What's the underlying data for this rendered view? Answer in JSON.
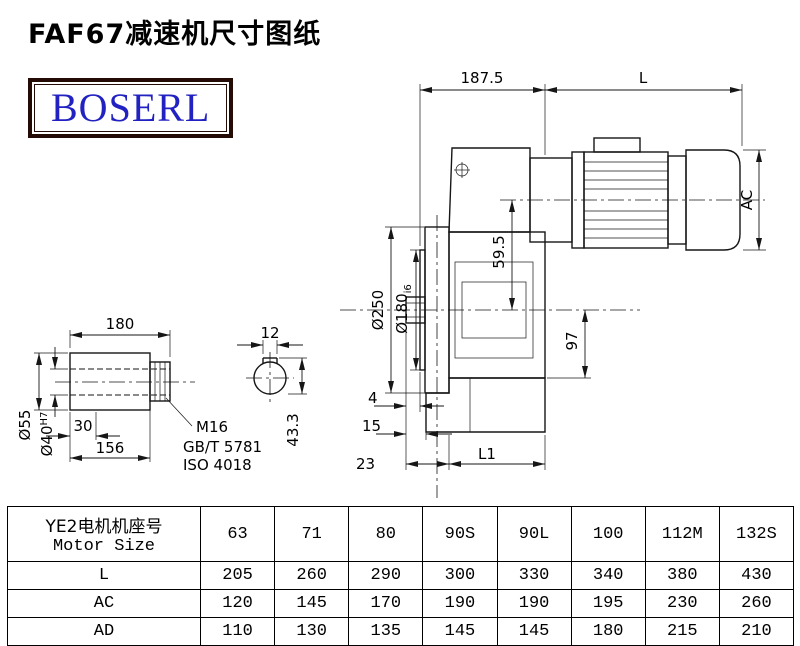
{
  "page": {
    "title": "FAF67减速机尺寸图纸",
    "logo": "BOSERL"
  },
  "drawing": {
    "dims": {
      "top_width": "187.5",
      "motor_len": "L",
      "motor_height": "AC",
      "axis_offset": "59.5",
      "axis_depth": "97",
      "flange_dia": "Ø250",
      "spigot_dia": "Ø180",
      "spigot_fit": "i6",
      "dim4": "4",
      "dim15": "15",
      "dim23": "23",
      "body_len": "L1",
      "shaft_len": "180",
      "key_w": "12",
      "shaft_dia": "Ø55",
      "bore_dia": "Ø40",
      "bore_fit": "H7",
      "dim30": "30",
      "dim156": "156",
      "thread": "M16",
      "std_gb": "GB/T 5781",
      "std_iso": "ISO 4018",
      "key_h": "43.3"
    }
  },
  "table": {
    "motor_label_cn": "YE2电机机座号",
    "motor_label_en": "Motor Size",
    "columns": [
      "63",
      "71",
      "80",
      "90S",
      "90L",
      "100",
      "112M",
      "132S"
    ],
    "rows": [
      {
        "label": "L",
        "values": [
          "205",
          "260",
          "290",
          "300",
          "330",
          "340",
          "380",
          "430"
        ]
      },
      {
        "label": "AC",
        "values": [
          "120",
          "145",
          "170",
          "190",
          "190",
          "195",
          "230",
          "260"
        ]
      },
      {
        "label": "AD",
        "values": [
          "110",
          "130",
          "135",
          "145",
          "145",
          "180",
          "215",
          "210"
        ]
      }
    ]
  }
}
